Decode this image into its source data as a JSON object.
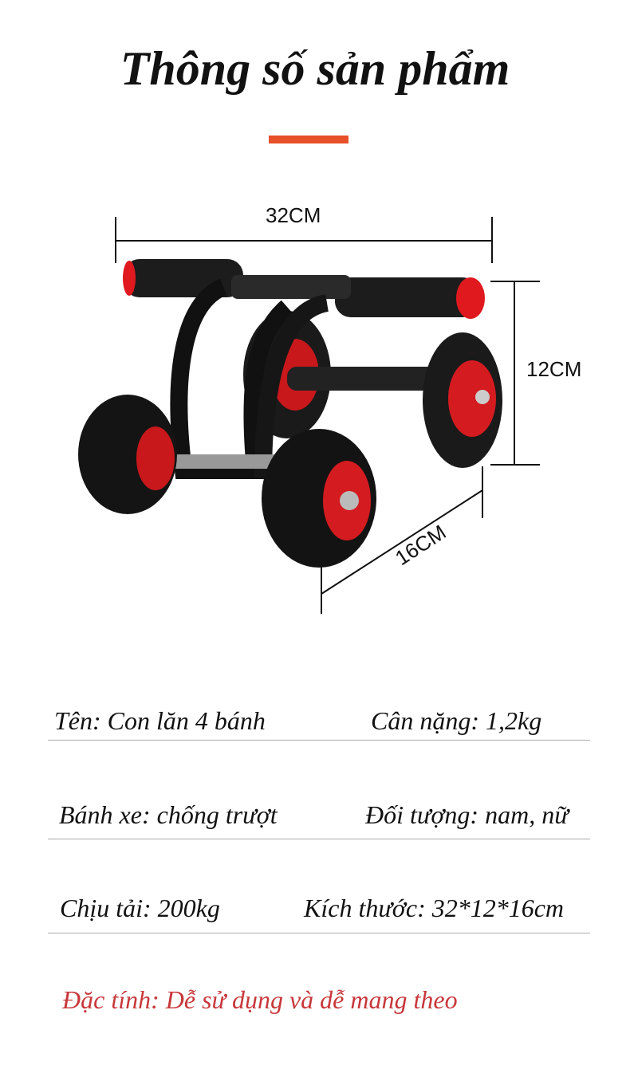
{
  "header": {
    "title": "Thông số sản phẩm",
    "accent_color": "#e8502a"
  },
  "dimensions": {
    "width": "32CM",
    "height": "12CM",
    "depth": "16CM"
  },
  "specs": [
    {
      "left": "Tên: Con lăn 4 bánh",
      "right": "Cân nặng: 1,2kg"
    },
    {
      "left": "Bánh xe: chống trượt",
      "right": "Đối tượng: nam, nữ"
    },
    {
      "left": "Chịu tải: 200kg",
      "right": "Kích thước: 32*12*16cm"
    }
  ],
  "feature": {
    "text": "Đặc tính: Dễ sử dụng và dễ mang theo",
    "color": "#c8373a"
  }
}
